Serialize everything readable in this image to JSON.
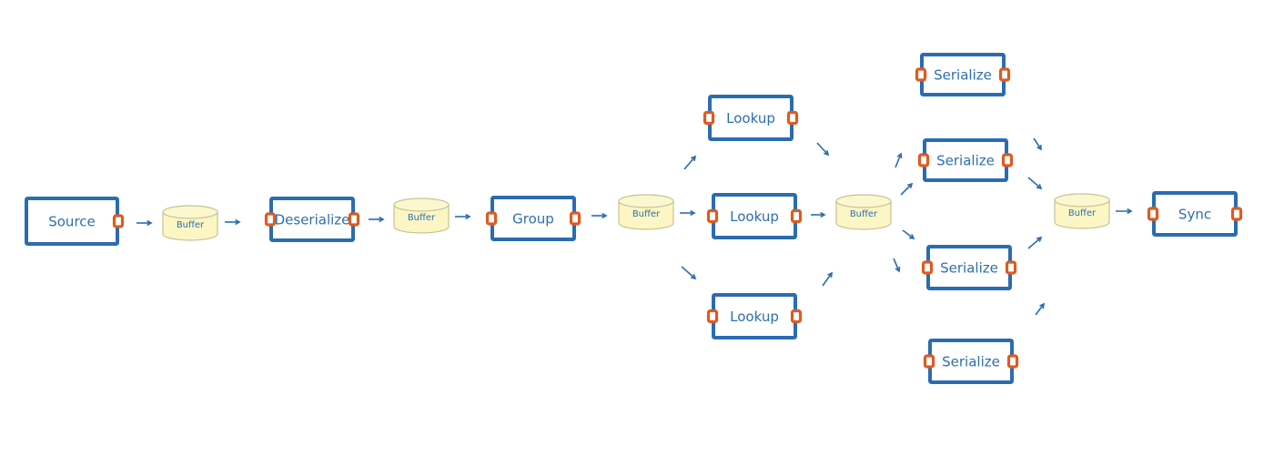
{
  "diagram": {
    "nodes": [
      {
        "id": "source",
        "label": "Source"
      },
      {
        "id": "deserialize",
        "label": "Deserialize"
      },
      {
        "id": "group",
        "label": "Group"
      },
      {
        "id": "lookup-1",
        "label": "Lookup"
      },
      {
        "id": "lookup-2",
        "label": "Lookup"
      },
      {
        "id": "lookup-3",
        "label": "Lookup"
      },
      {
        "id": "serialize-1",
        "label": "Serialize"
      },
      {
        "id": "serialize-2",
        "label": "Serialize"
      },
      {
        "id": "serialize-3",
        "label": "Serialize"
      },
      {
        "id": "serialize-4",
        "label": "Serialize"
      },
      {
        "id": "sync",
        "label": "Sync"
      }
    ],
    "buffers": [
      {
        "id": "buffer-1",
        "label": "Buffer"
      },
      {
        "id": "buffer-2",
        "label": "Buffer"
      },
      {
        "id": "buffer-3",
        "label": "Buffer"
      },
      {
        "id": "buffer-4",
        "label": "Buffer"
      },
      {
        "id": "buffer-5",
        "label": "Buffer"
      }
    ],
    "colors": {
      "node_border": "#2b6cb0",
      "port": "#e05a1e",
      "buffer_fill": "#fbf6c4",
      "text": "#2d6fae"
    }
  }
}
